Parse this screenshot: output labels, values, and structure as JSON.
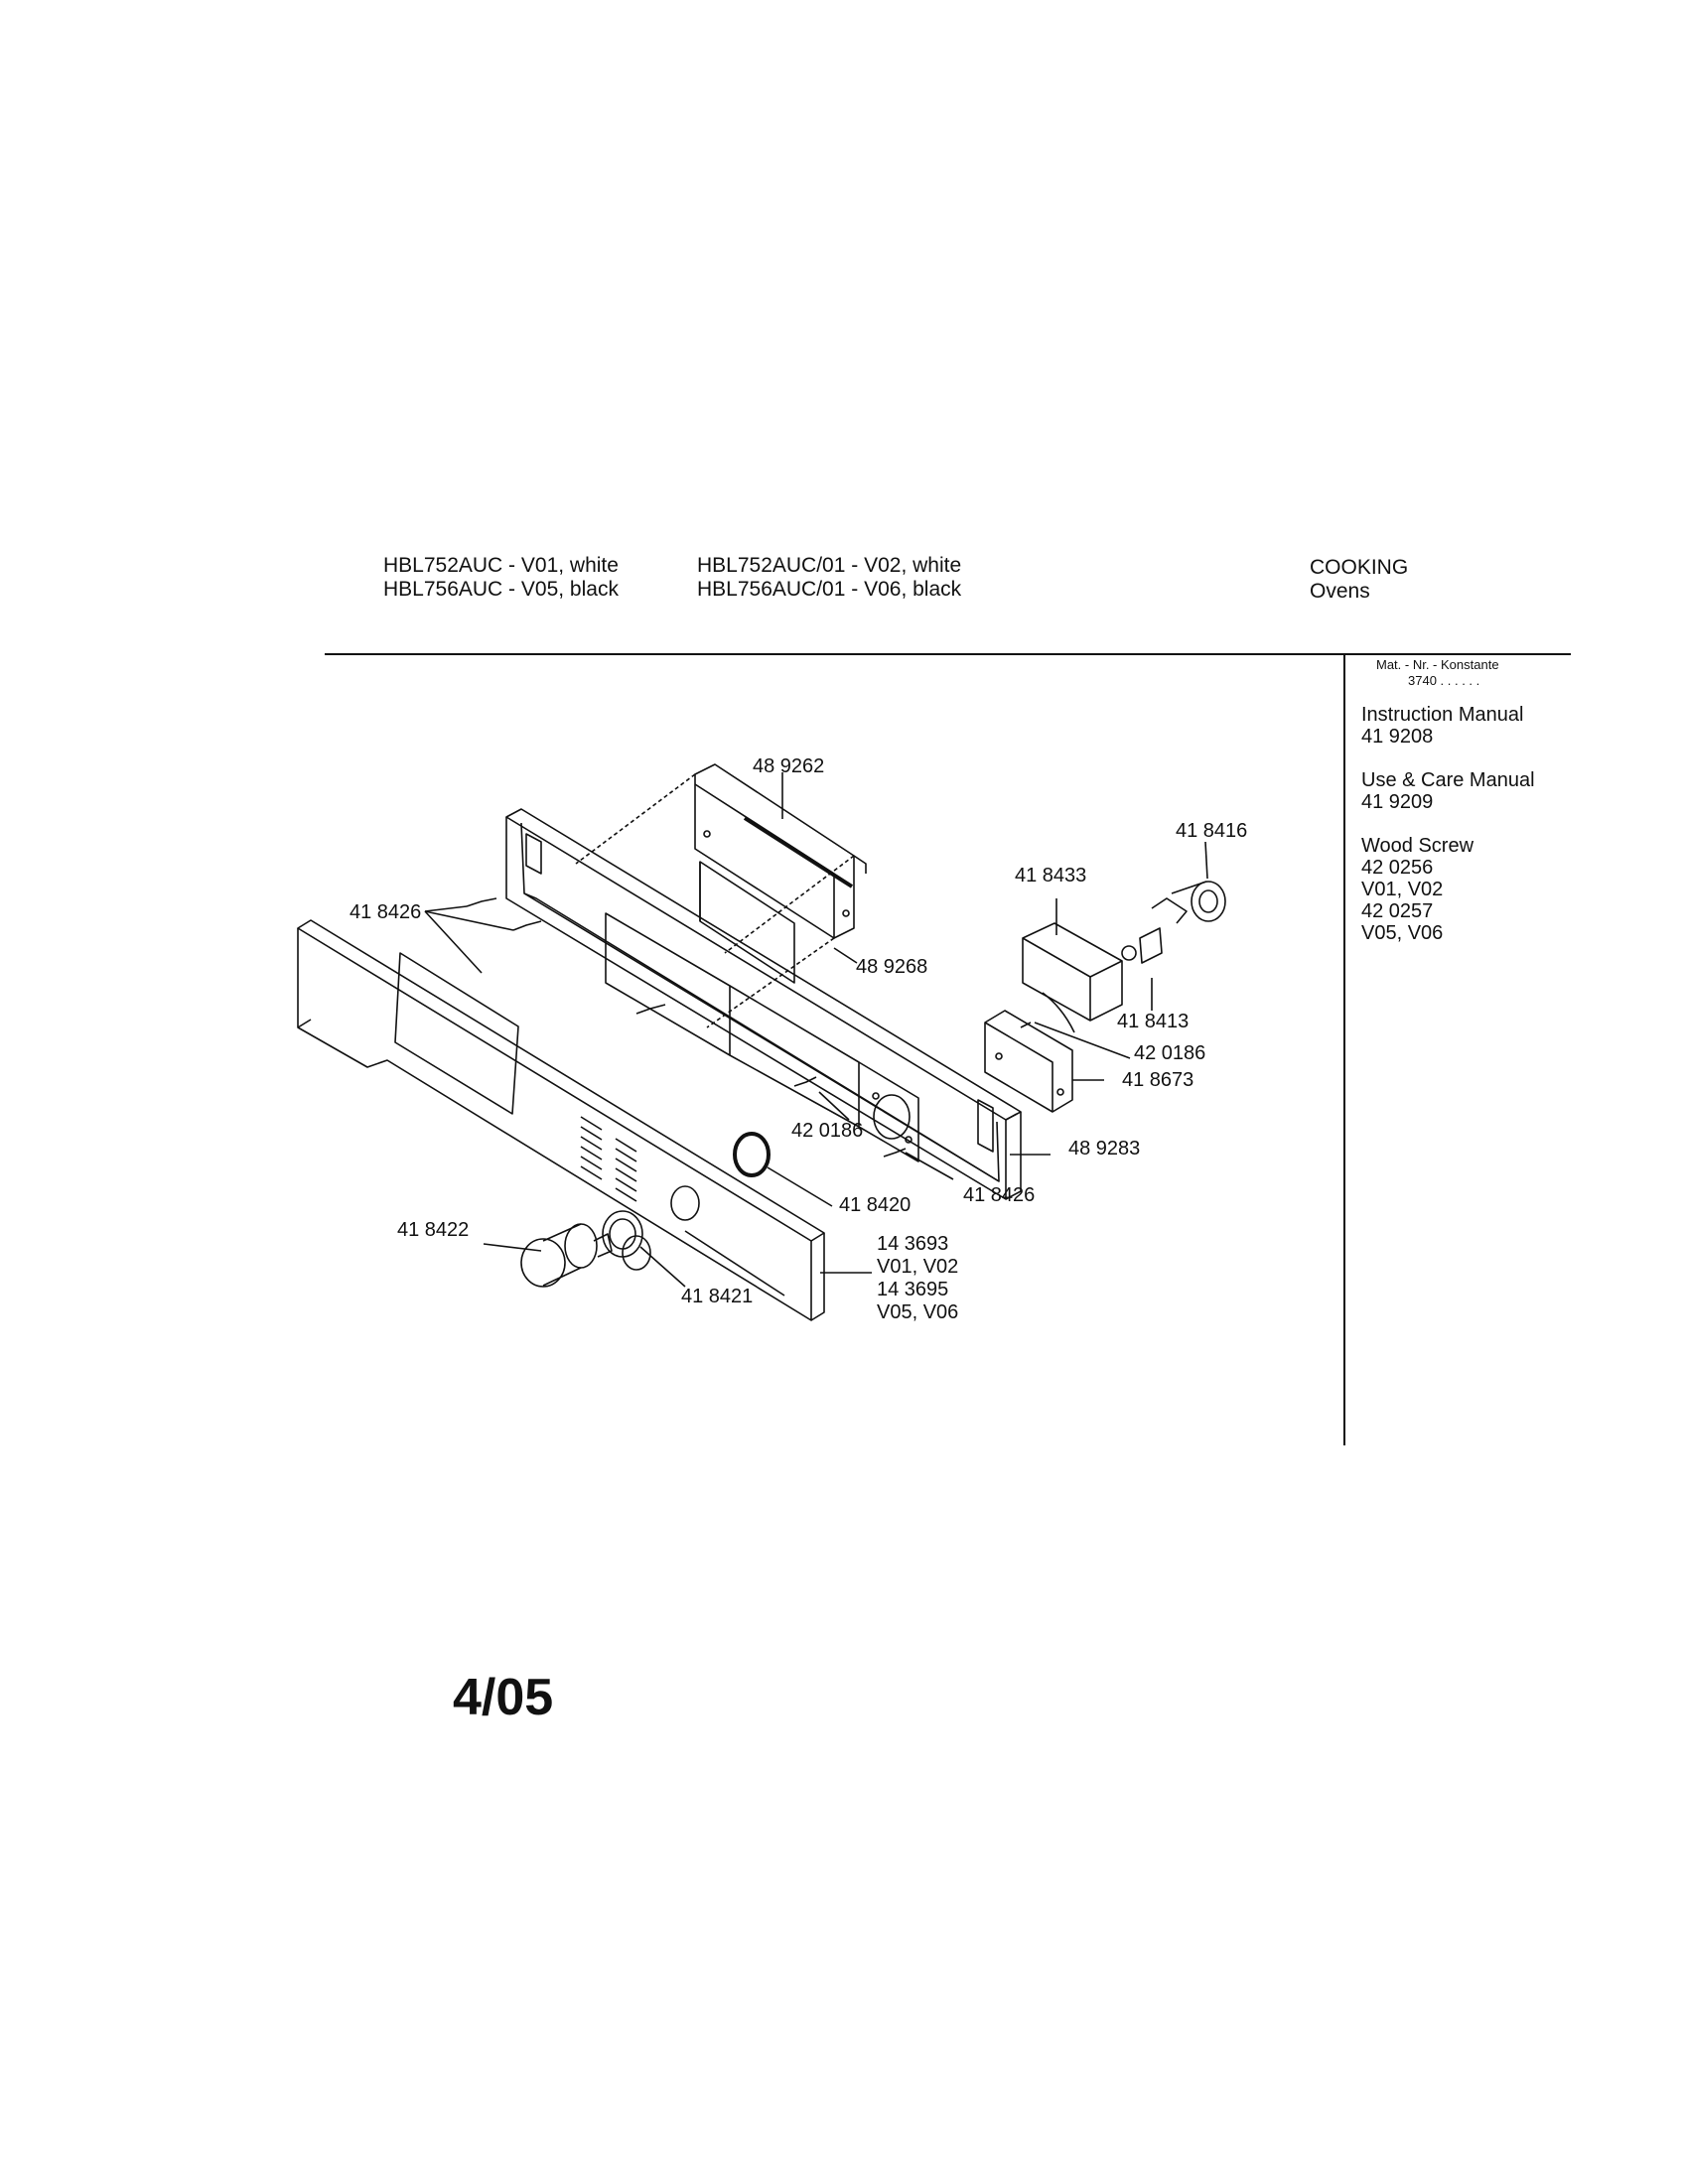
{
  "header": {
    "models_left": [
      "HBL752AUC - V01, white",
      "HBL756AUC - V05, black"
    ],
    "models_right": [
      "HBL752AUC/01 - V02, white",
      "HBL756AUC/01 - V06, black"
    ],
    "category": "COOKING",
    "subcategory": "Ovens"
  },
  "sidebar": {
    "mat_label": "Mat. - Nr. - Konstante",
    "mat_value": "3740 . .   . . . .",
    "entries": [
      {
        "title": "Instruction Manual",
        "lines": [
          "41 9208"
        ]
      },
      {
        "title": "Use & Care Manual",
        "lines": [
          "41 9209"
        ]
      },
      {
        "title": "Wood Screw",
        "lines": [
          "42 0256",
          "V01, V02",
          "42 0257",
          "V05, V06"
        ]
      }
    ]
  },
  "parts": {
    "p489262": "48 9262",
    "p418426a": "41 8426",
    "p489268": "48 9268",
    "p418416": "41 8416",
    "p418433": "41 8433",
    "p418413": "41 8413",
    "p420186a": "42 0186",
    "p418673": "41 8673",
    "p420186b": "42 0186",
    "p489283": "48 9283",
    "p418426b": "41 8426",
    "p418420": "41 8420",
    "p418422": "41 8422",
    "p418421": "41 8421",
    "panel_lines": [
      "14 3693",
      "V01, V02",
      "14 3695",
      "V05, V06"
    ]
  },
  "footer": {
    "date_code": "4/05"
  }
}
